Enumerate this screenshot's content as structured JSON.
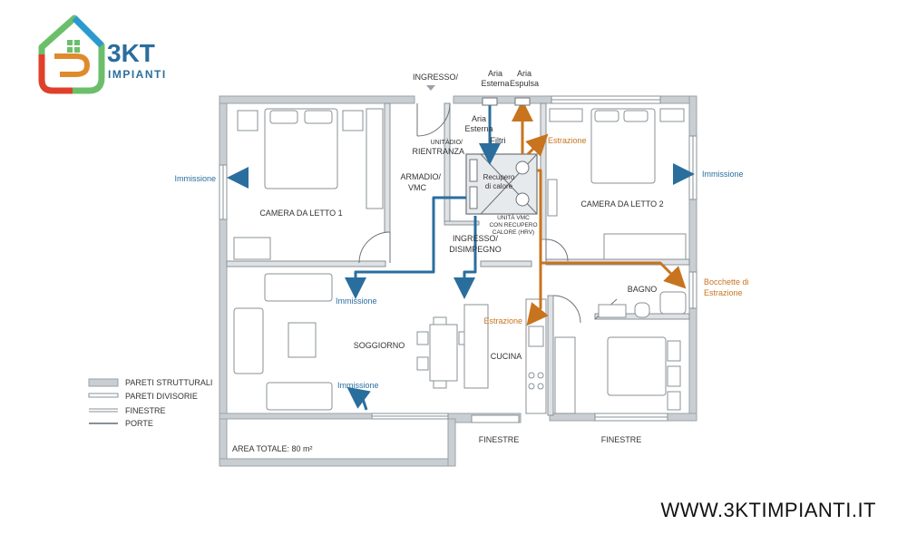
{
  "brand": {
    "name": "3KT",
    "sub": "IMPIANTI",
    "website": "WWW.3KTIMPIANTI.IT",
    "colors": {
      "blue": "#2a6e9e",
      "orange": "#e08a2e",
      "green": "#6bbf6a",
      "red": "#e0402a"
    }
  },
  "colors": {
    "immissione": "#2a6e9e",
    "estrazione": "#c8741f",
    "wall": "#c9ced2",
    "partition": "#8a9096"
  },
  "rooms": {
    "bedroom1": "CAMERA DA LETTO 1",
    "bedroom2": "CAMERA DA LETTO 2",
    "living": "SOGGIORNO",
    "kitchen": "CUCINA",
    "bath": "BAGNO",
    "hall_top": "INGRESSO/",
    "hall": "INGRESSO/ DISIMPEGNO",
    "hall_line1": "INGRESSO/",
    "hall_line2": "DISIMPEGNO"
  },
  "labels": {
    "aria_esterna_top_1": "Aria",
    "aria_esterna_top_2": "Esterna",
    "aria_espulsa_1": "Aria",
    "aria_espulsa_2": "Espulsa",
    "aria_esterna_1": "Aria",
    "aria_esterna_2": "Esterna",
    "filtri": "Filtri",
    "unita_rientranza_1": "UNITÀDIO/",
    "unita_rientranza_2": "RIENTRANZA",
    "armadio_1": "ARMADIO/",
    "armadio_2": "VMC",
    "recupero_1": "Recupero",
    "recupero_2": "di calore",
    "vmc_note_1": "UNITÀ VMC",
    "vmc_note_2": "CON RECUPERO",
    "vmc_note_3": "CALORE (HRV)",
    "immissione": "Immissione",
    "estrazione": "Estrazione",
    "bocchette_1": "Bocchette di",
    "bocchette_2": "Estrazione",
    "finestre": "FINESTRE",
    "area": "AREA TOTALE: 80 m²"
  },
  "legend": [
    {
      "label": "PARETI STRUTTURALI",
      "style": "thick"
    },
    {
      "label": "PARETI DIVISORIE",
      "style": "thin"
    },
    {
      "label": "FINESTRE",
      "style": "double"
    },
    {
      "label": "PORTE",
      "style": "line"
    }
  ]
}
